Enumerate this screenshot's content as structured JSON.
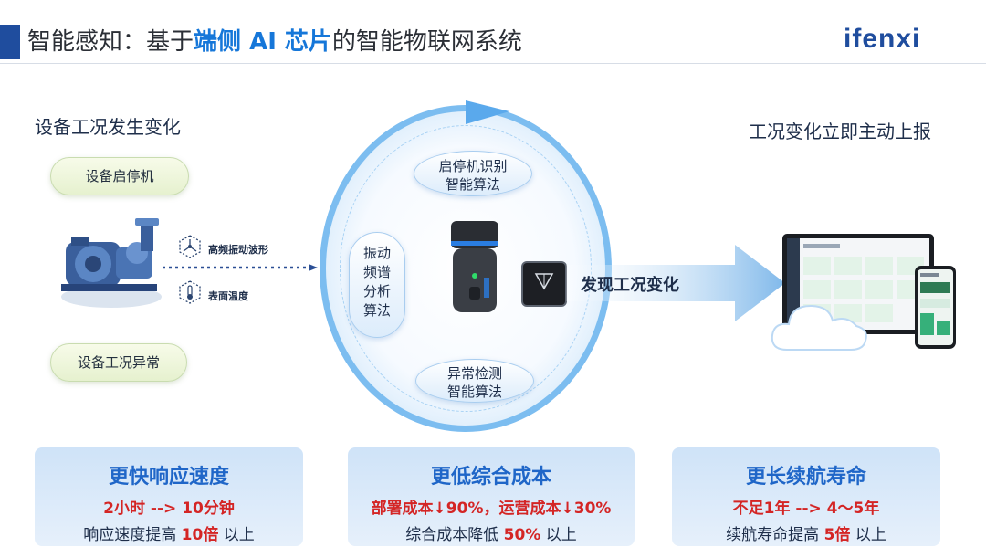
{
  "header": {
    "title_prefix": "智能感知：基于",
    "title_highlight": "端侧 AI 芯片",
    "title_suffix": "的智能物联网系统",
    "logo": "ifenxi"
  },
  "left": {
    "heading": "设备工况发生变化",
    "pill_top": "设备启停机",
    "pill_bottom": "设备工况异常",
    "annotation_vibration": "高频振动波形",
    "annotation_temperature": "表面温度"
  },
  "center": {
    "algo_top": "启停机识别\n智能算法",
    "algo_top_l1": "启停机识别",
    "algo_top_l2": "智能算法",
    "algo_left_l1": "振动",
    "algo_left_l2": "频谱",
    "algo_left_l3": "分析",
    "algo_left_l4": "算法",
    "algo_bottom_l1": "异常检测",
    "algo_bottom_l2": "智能算法",
    "arrow_label": "发现工况变化"
  },
  "right": {
    "heading": "工况变化立即主动上报"
  },
  "cards": [
    {
      "title": "更快响应速度",
      "line1": "2小时 --> 10分钟",
      "line2_pre": "响应速度提高 ",
      "line2_hl": "10倍",
      "line2_post": " 以上"
    },
    {
      "title": "更低综合成本",
      "line1": "部署成本↓90%，运营成本↓30%",
      "line2_pre": "综合成本降低 ",
      "line2_hl": "50%",
      "line2_post": " 以上"
    },
    {
      "title": "更长续航寿命",
      "line1": "不足1年 --> 4～5年",
      "line2_pre": "续航寿命提高 ",
      "line2_hl": "5倍",
      "line2_post": " 以上"
    }
  ],
  "colors": {
    "accent": "#1677d9",
    "brand": "#1f4d9e",
    "highlight_red": "#d42525",
    "ring": "#7cbdf0"
  }
}
